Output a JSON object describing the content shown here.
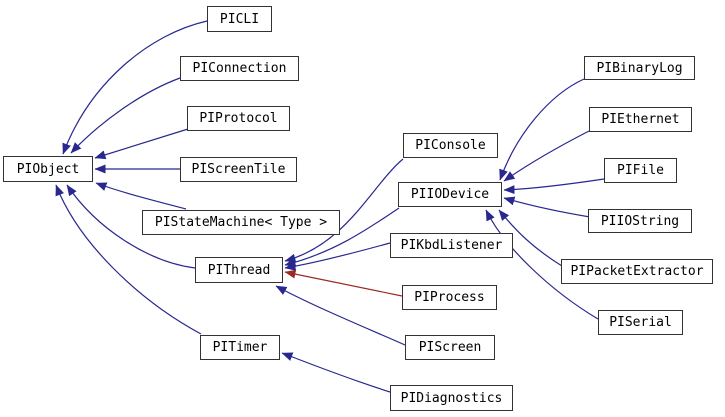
{
  "colors": {
    "edge_blue": "#28288f",
    "edge_red": "#9a2b25",
    "box_border": "#333333",
    "box_bg": "#ffffff",
    "text": "#000000",
    "bg": "#ffffff"
  },
  "nodes": [
    {
      "id": "PIObject",
      "label": "PIObject"
    },
    {
      "id": "PICLI",
      "label": "PICLI"
    },
    {
      "id": "PIConnection",
      "label": "PIConnection"
    },
    {
      "id": "PIProtocol",
      "label": "PIProtocol"
    },
    {
      "id": "PIScreenTile",
      "label": "PIScreenTile"
    },
    {
      "id": "PIStateMachine",
      "label": "PIStateMachine< Type >"
    },
    {
      "id": "PIThread",
      "label": "PIThread"
    },
    {
      "id": "PITimer",
      "label": "PITimer"
    },
    {
      "id": "PIConsole",
      "label": "PIConsole"
    },
    {
      "id": "PIIODevice",
      "label": "PIIODevice"
    },
    {
      "id": "PIKbdListener",
      "label": "PIKbdListener"
    },
    {
      "id": "PIProcess",
      "label": "PIProcess"
    },
    {
      "id": "PIScreen",
      "label": "PIScreen"
    },
    {
      "id": "PIDiagnostics",
      "label": "PIDiagnostics"
    },
    {
      "id": "PIBinaryLog",
      "label": "PIBinaryLog"
    },
    {
      "id": "PIEthernet",
      "label": "PIEthernet"
    },
    {
      "id": "PIFile",
      "label": "PIFile"
    },
    {
      "id": "PIIOString",
      "label": "PIIOString"
    },
    {
      "id": "PIPacketExtractor",
      "label": "PIPacketExtractor"
    },
    {
      "id": "PISerial",
      "label": "PISerial"
    }
  ],
  "edges": [
    {
      "from": "PICLI",
      "to": "PIObject",
      "color": "blue"
    },
    {
      "from": "PIConnection",
      "to": "PIObject",
      "color": "blue"
    },
    {
      "from": "PIProtocol",
      "to": "PIObject",
      "color": "blue"
    },
    {
      "from": "PIScreenTile",
      "to": "PIObject",
      "color": "blue"
    },
    {
      "from": "PIStateMachine",
      "to": "PIObject",
      "color": "blue"
    },
    {
      "from": "PIThread",
      "to": "PIObject",
      "color": "blue"
    },
    {
      "from": "PITimer",
      "to": "PIObject",
      "color": "blue"
    },
    {
      "from": "PIConsole",
      "to": "PIThread",
      "color": "blue"
    },
    {
      "from": "PIIODevice",
      "to": "PIThread",
      "color": "blue"
    },
    {
      "from": "PIKbdListener",
      "to": "PIThread",
      "color": "blue"
    },
    {
      "from": "PIProcess",
      "to": "PIThread",
      "color": "red"
    },
    {
      "from": "PIScreen",
      "to": "PIThread",
      "color": "blue"
    },
    {
      "from": "PIBinaryLog",
      "to": "PIIODevice",
      "color": "blue"
    },
    {
      "from": "PIEthernet",
      "to": "PIIODevice",
      "color": "blue"
    },
    {
      "from": "PIFile",
      "to": "PIIODevice",
      "color": "blue"
    },
    {
      "from": "PIIOString",
      "to": "PIIODevice",
      "color": "blue"
    },
    {
      "from": "PIPacketExtractor",
      "to": "PIIODevice",
      "color": "blue"
    },
    {
      "from": "PISerial",
      "to": "PIIODevice",
      "color": "blue"
    },
    {
      "from": "PIDiagnostics",
      "to": "PITimer",
      "color": "blue"
    }
  ]
}
